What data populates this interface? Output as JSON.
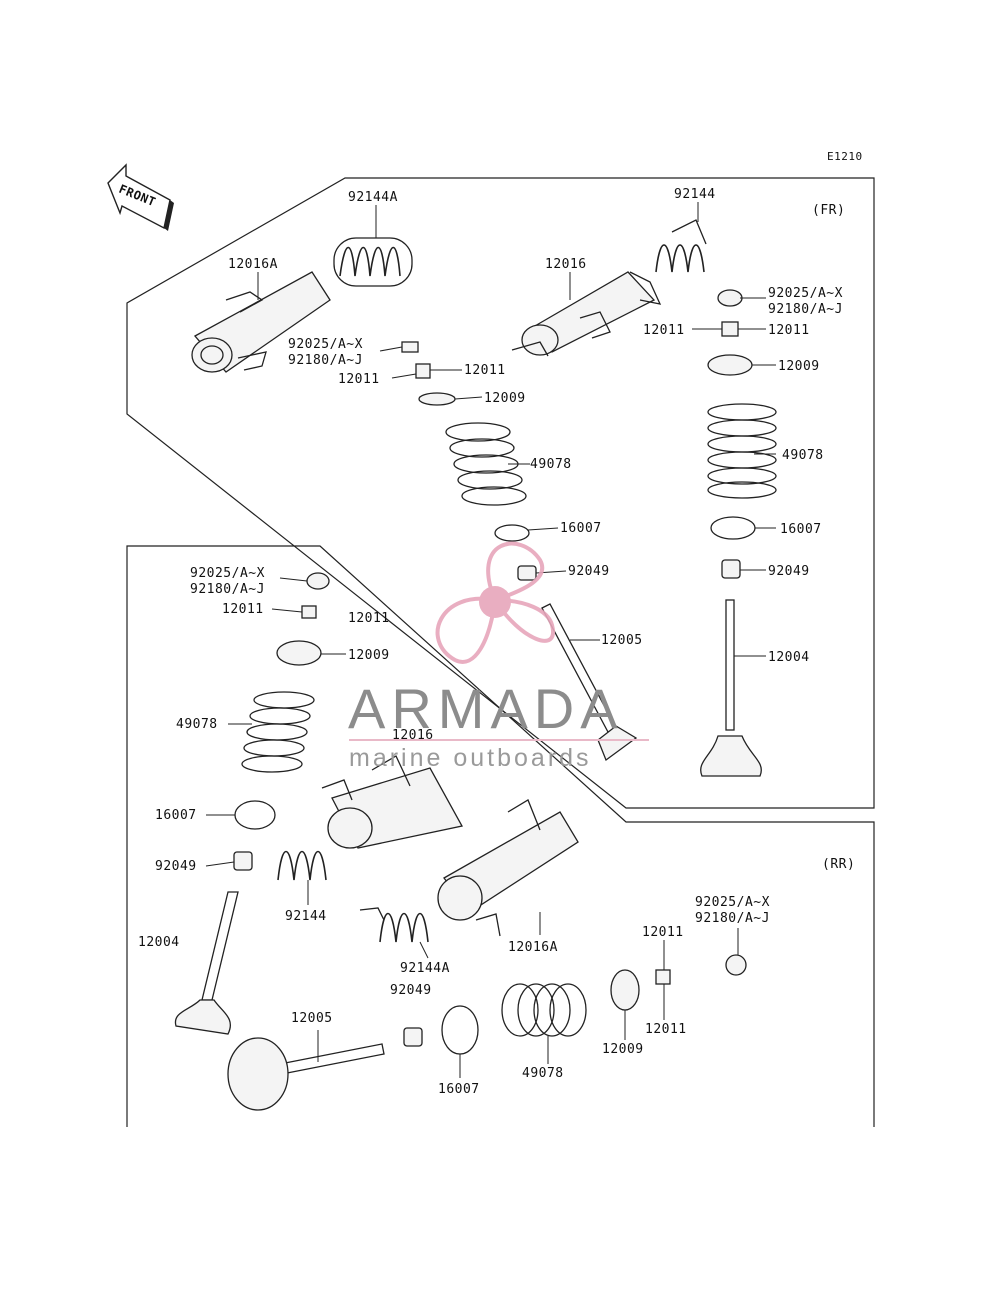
{
  "diagram_code": "E1210",
  "front_label": "FRONT",
  "sections": {
    "front": "(FR)",
    "rear": "(RR)"
  },
  "labels": [
    {
      "id": "fr-92144a",
      "text": "92144A"
    },
    {
      "id": "fr-92144",
      "text": "92144"
    },
    {
      "id": "fr-12016a",
      "text": "12016A"
    },
    {
      "id": "fr-12016",
      "text": "12016"
    },
    {
      "id": "fr-92025-l",
      "text": "92025/A~X"
    },
    {
      "id": "fr-92180-l",
      "text": "92180/A~J"
    },
    {
      "id": "fr-92025-r",
      "text": "92025/A~X"
    },
    {
      "id": "fr-92180-r",
      "text": "92180/A~J"
    },
    {
      "id": "fr-12011-a",
      "text": "12011"
    },
    {
      "id": "fr-12011-b",
      "text": "12011"
    },
    {
      "id": "fr-12011-c",
      "text": "12011"
    },
    {
      "id": "fr-12011-d",
      "text": "12011"
    },
    {
      "id": "fr-12009-l",
      "text": "12009"
    },
    {
      "id": "fr-12009-r",
      "text": "12009"
    },
    {
      "id": "fr-49078-l",
      "text": "49078"
    },
    {
      "id": "fr-49078-r",
      "text": "49078"
    },
    {
      "id": "fr-16007-l",
      "text": "16007"
    },
    {
      "id": "fr-16007-r",
      "text": "16007"
    },
    {
      "id": "fr-92049-l",
      "text": "92049"
    },
    {
      "id": "fr-92049-r",
      "text": "92049"
    },
    {
      "id": "fr-12005",
      "text": "12005"
    },
    {
      "id": "fr-12004",
      "text": "12004"
    },
    {
      "id": "rr-92025-l",
      "text": "92025/A~X"
    },
    {
      "id": "rr-92180-l",
      "text": "92180/A~J"
    },
    {
      "id": "rr-12011-a",
      "text": "12011"
    },
    {
      "id": "rr-12011-b",
      "text": "12011"
    },
    {
      "id": "rr-12009-l",
      "text": "12009"
    },
    {
      "id": "rr-49078-l",
      "text": "49078"
    },
    {
      "id": "rr-12016",
      "text": "12016"
    },
    {
      "id": "rr-16007-l",
      "text": "16007"
    },
    {
      "id": "rr-92049-l",
      "text": "92049"
    },
    {
      "id": "rr-92144",
      "text": "92144"
    },
    {
      "id": "rr-12004",
      "text": "12004"
    },
    {
      "id": "rr-92144a",
      "text": "92144A"
    },
    {
      "id": "rr-12016a",
      "text": "12016A"
    },
    {
      "id": "rr-92049-m",
      "text": "92049"
    },
    {
      "id": "rr-12005",
      "text": "12005"
    },
    {
      "id": "rr-16007-m",
      "text": "16007"
    },
    {
      "id": "rr-49078-m",
      "text": "49078"
    },
    {
      "id": "rr-12009-m",
      "text": "12009"
    },
    {
      "id": "rr-12011-c",
      "text": "12011"
    },
    {
      "id": "rr-12011-d",
      "text": "12011"
    },
    {
      "id": "rr-92025-r",
      "text": "92025/A~X"
    },
    {
      "id": "rr-92180-r",
      "text": "92180/A~J"
    }
  ],
  "watermark": {
    "brand": "ARMADA",
    "tagline": "marine outboards",
    "color": "#e7a6bb"
  }
}
